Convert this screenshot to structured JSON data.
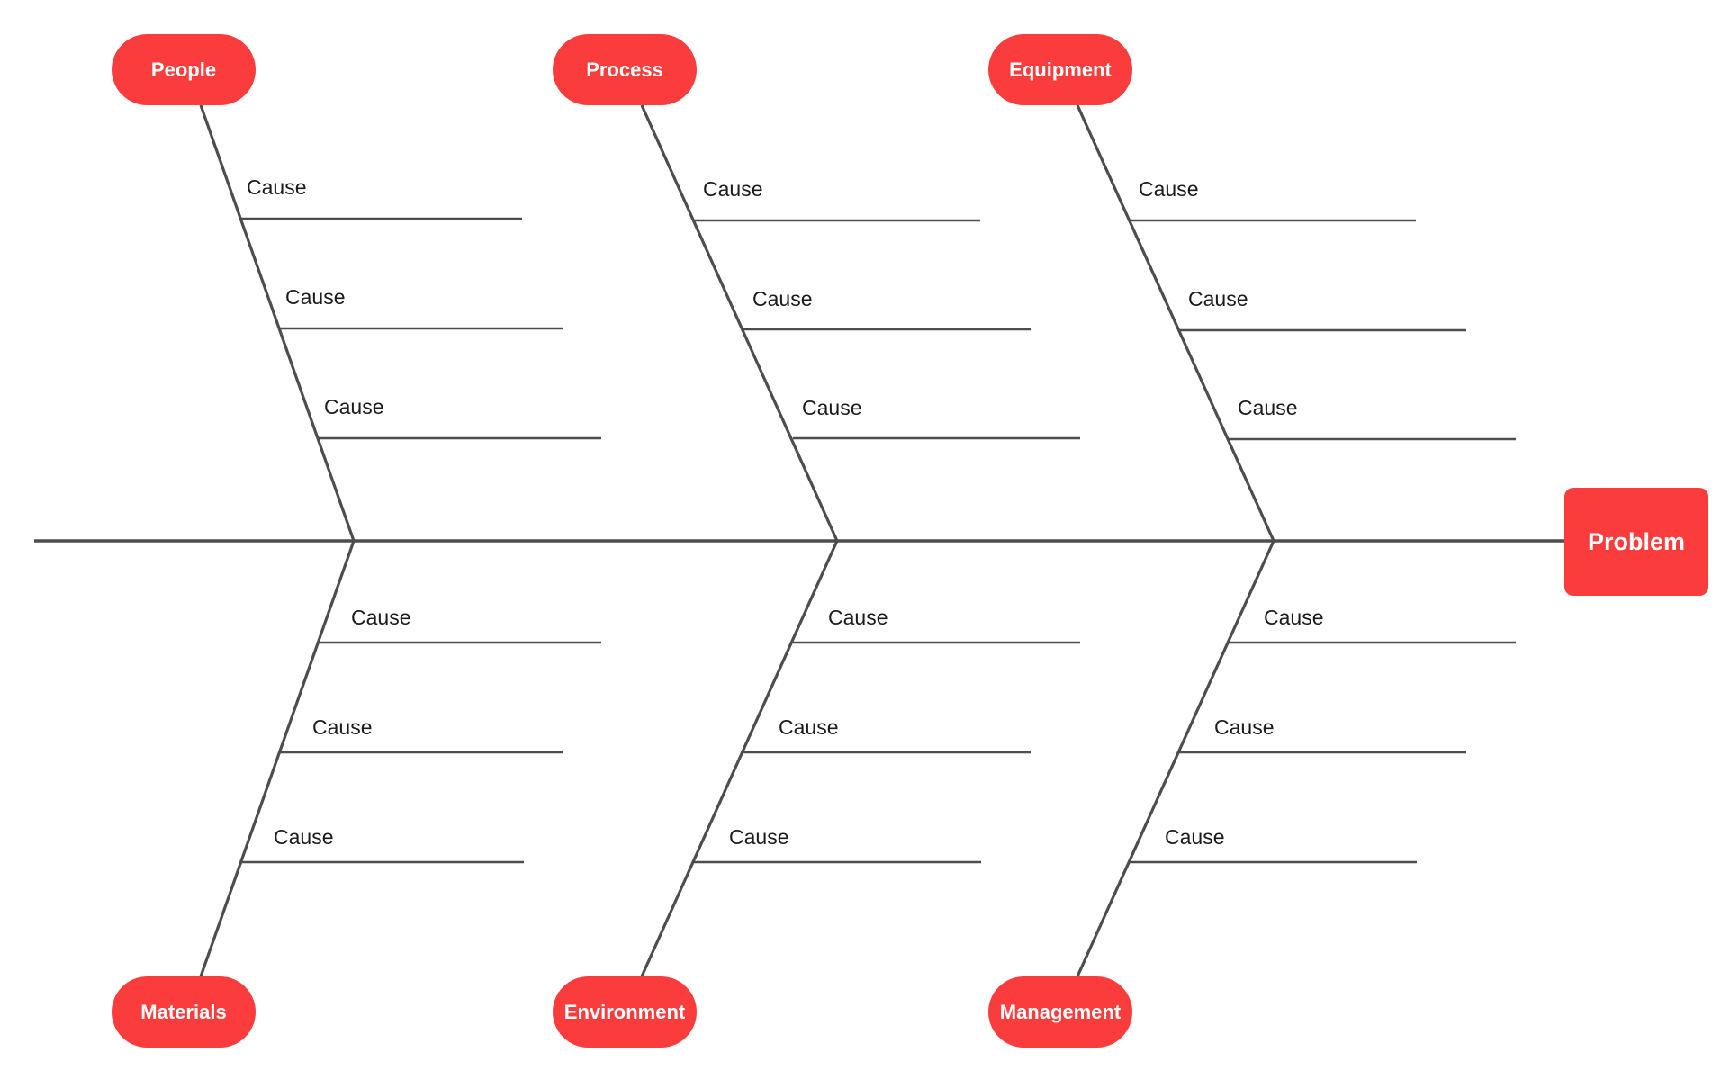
{
  "diagram": {
    "type": "fishbone-ishikawa",
    "title": "",
    "background_color": "#ffffff",
    "accent_color": "#fb3c3c",
    "line_color": "#4d4d4d",
    "text_color": "#1c1c1c",
    "problem": {
      "label": "Problem"
    },
    "categories": [
      {
        "id": "people",
        "label": "People",
        "position": "top",
        "column": 1,
        "causes": [
          {
            "label": "Cause"
          },
          {
            "label": "Cause"
          },
          {
            "label": "Cause"
          }
        ]
      },
      {
        "id": "process",
        "label": "Process",
        "position": "top",
        "column": 2,
        "causes": [
          {
            "label": "Cause"
          },
          {
            "label": "Cause"
          },
          {
            "label": "Cause"
          }
        ]
      },
      {
        "id": "equipment",
        "label": "Equipment",
        "position": "top",
        "column": 3,
        "causes": [
          {
            "label": "Cause"
          },
          {
            "label": "Cause"
          },
          {
            "label": "Cause"
          }
        ]
      },
      {
        "id": "materials",
        "label": "Materials",
        "position": "bottom",
        "column": 1,
        "causes": [
          {
            "label": "Cause"
          },
          {
            "label": "Cause"
          },
          {
            "label": "Cause"
          }
        ]
      },
      {
        "id": "environment",
        "label": "Environment",
        "position": "bottom",
        "column": 2,
        "causes": [
          {
            "label": "Cause"
          },
          {
            "label": "Cause"
          },
          {
            "label": "Cause"
          }
        ]
      },
      {
        "id": "management",
        "label": "Management",
        "position": "bottom",
        "column": 3,
        "causes": [
          {
            "label": "Cause"
          },
          {
            "label": "Cause"
          },
          {
            "label": "Cause"
          }
        ]
      }
    ]
  }
}
